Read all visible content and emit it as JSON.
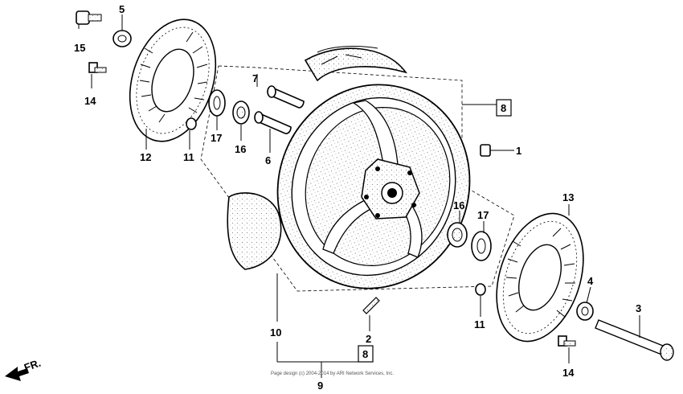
{
  "callouts": {
    "c1": "1",
    "c2": "2",
    "c3": "3",
    "c4": "4",
    "c5": "5",
    "c6": "6",
    "c7": "7",
    "c8a": "8",
    "c8b": "8",
    "c9": "9",
    "c10": "10",
    "c11a": "11",
    "c11b": "11",
    "c12": "12",
    "c13": "13",
    "c14a": "14",
    "c14b": "14",
    "c15": "15",
    "c16a": "16",
    "c16b": "16",
    "c17a": "17",
    "c17b": "17"
  },
  "direction_label": "FR.",
  "footer_text": "Page design (c) 2004-2014 by ARI Network Services, Inc."
}
